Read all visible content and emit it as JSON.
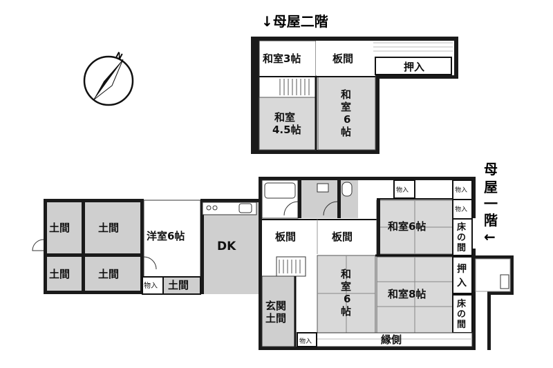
{
  "labels": {
    "second_floor_heading": "↓母屋二階",
    "first_floor_heading": [
      "母",
      "屋",
      "一",
      "階",
      "←"
    ],
    "compass_mark": "N"
  },
  "second_floor": {
    "washitsu3": "和室3帖",
    "itama": "板間",
    "oshiire": "押入",
    "washitsu45": [
      "和室",
      "4.5帖"
    ],
    "washitsu6": [
      "和",
      "室",
      "6",
      "帖"
    ]
  },
  "first_floor": {
    "doma_tl": "土間",
    "doma_tr": "土間",
    "doma_bl": "土間",
    "doma_br": "土間",
    "youshitsu6": "洋室6帖",
    "monoire_small": "物入",
    "doma_small": "土間",
    "dk": "DK",
    "itama_left": "板間",
    "itama_right": "板間",
    "genkan": [
      "玄関",
      "土間"
    ],
    "washitsu6": [
      "和",
      "室",
      "6",
      "帖"
    ],
    "washitsu6_right": "和室6帖",
    "washitsu8": "和室8帖",
    "tokonoma_top": [
      "床",
      "の",
      "間"
    ],
    "tokonoma_bottom": [
      "床",
      "の",
      "間"
    ],
    "oshiire": [
      "押",
      "入"
    ],
    "monoire_1": "物入",
    "monoire_2": "物入",
    "monoire_3": "物入",
    "monoire_4": "物入",
    "engawa": "縁側"
  }
}
